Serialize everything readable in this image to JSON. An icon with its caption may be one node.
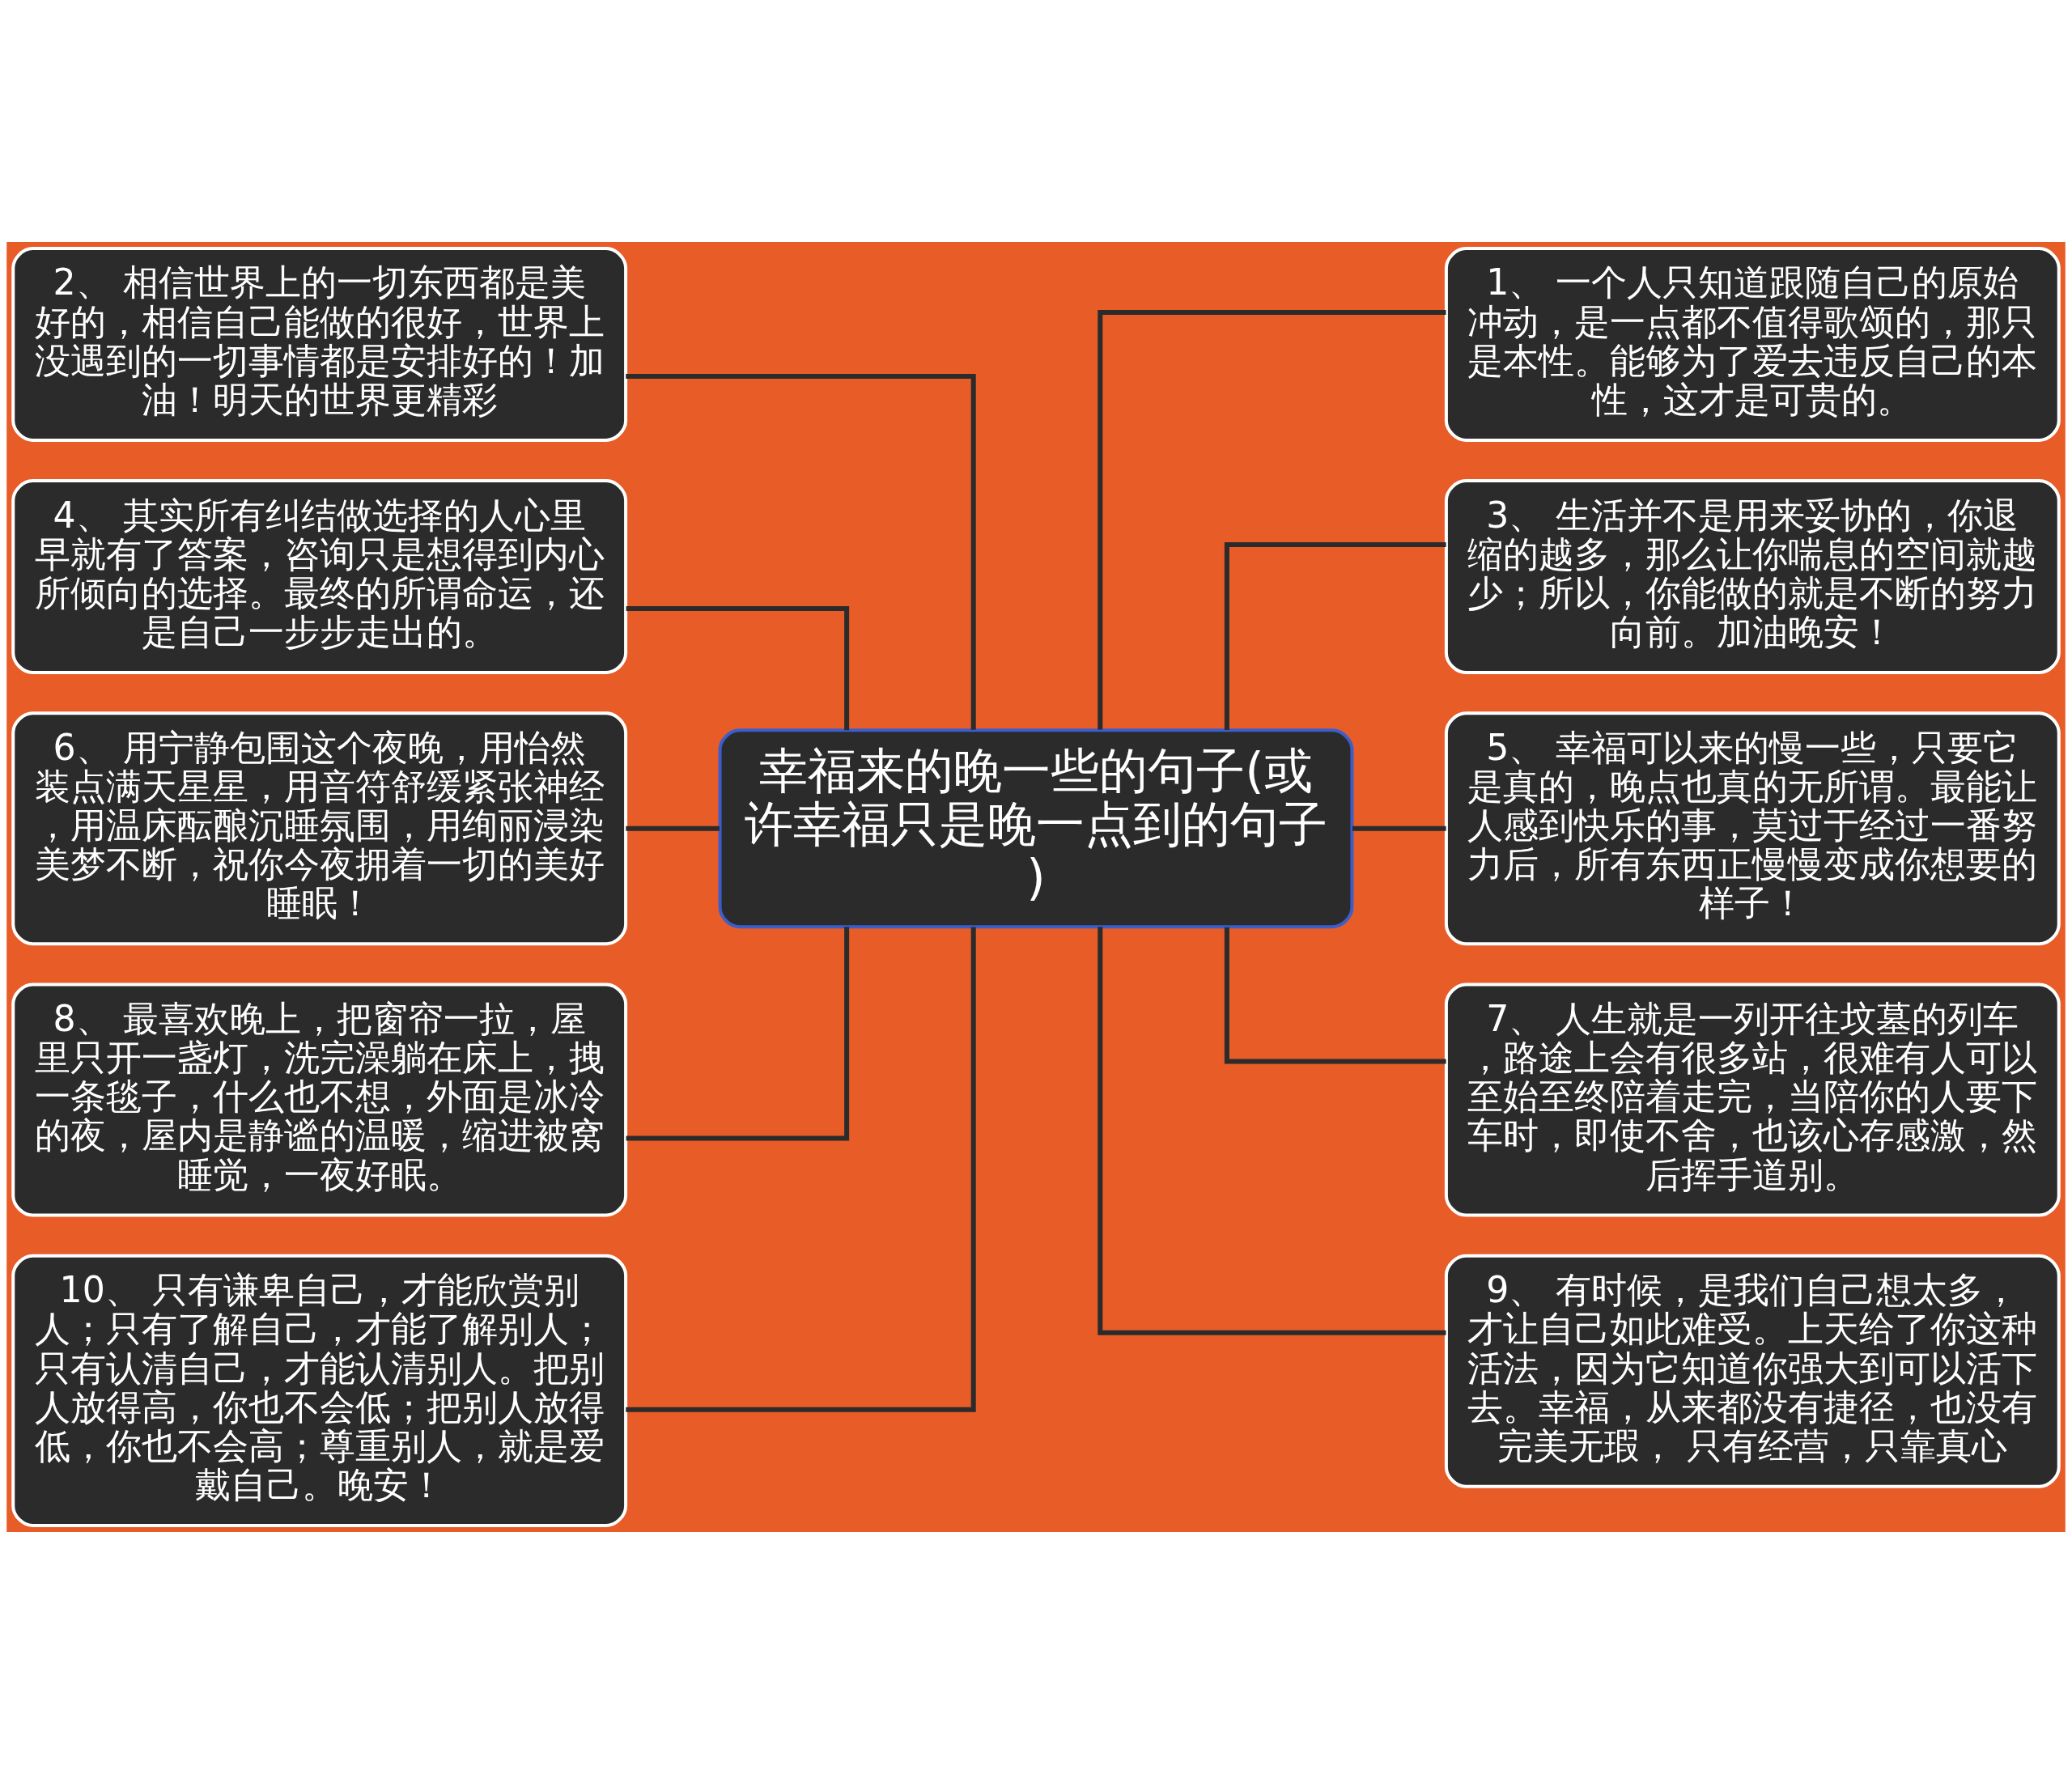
{
  "diagram": {
    "nodes": [
      {
        "text": [
          "幸福来的晚一些的句子(或许幸福只是晚一点到的句子)"
        ]
      },
      {
        "text": [
          "1、 一个人只知道跟随自己的原始冲动，是一点都不值得歌颂的，那只是本性。能够为了爱去违反自己的本性，这才是可贵的。"
        ]
      },
      {
        "text": [
          "2、 相信世界上的一切东西都是美好的，相信自己能做的很好，世界上没遇到的一切事情都是安排好的！加油！明天的世界更精彩"
        ]
      },
      {
        "text": [
          "3、 生活并不是用来妥协的，你退缩的越多，那么让你喘息的空间就越少；所以，你能做的就是不断的努力向前。加油晚安！"
        ]
      },
      {
        "text": [
          "4、 其实所有纠结做选择的人心里早就有了答案，咨询只是想得到内心所倾向的选择。最终的所谓命运，还是自己一步步走出的。"
        ]
      },
      {
        "text": [
          "5、 幸福可以来的慢一些，只要它是真的，晚点也真的无所谓。最能让人感到快乐的事，莫过于经过一番努力后，所有东西正慢慢变成你想要的样子！"
        ]
      },
      {
        "text": [
          "6、 用宁静包围这个夜晚，用怡然装点满天星星，用音符舒缓紧张神经，用温床酝酿沉睡氛围，用绚丽浸染美梦不断，祝你今夜拥着一切的美好睡眠！"
        ]
      },
      {
        "text": [
          "7、 人生就是一列开往坟墓的列车，路途上会有很多站，很难有人可以至始至终陪着走完，当陪你的人要下车时，即使不舍，也该心存感激，然后挥手道别。"
        ]
      },
      {
        "text": [
          "8、 最喜欢晚上，把窗帘一拉，屋里只开一盏灯，洗完澡躺在床上，拽一条毯子，什么也不想，外面是冰冷的夜，屋内是静谧的温暖，缩进被窝睡觉，一夜好眠。"
        ]
      },
      {
        "text": [
          "9、 有时候，是我们自己想太多，才让自己如此难受。上天给了你这种活法，因为它知道你强大到可以活下去。幸福，从来都没有捷径，也没有完美无瑕， 只有经营，只靠真心"
        ]
      },
      {
        "text": [
          "10、 只有谦卑自己，才能欣赏别人；只有了解自己，才能了解别人；只有认清自己，才能认清别人。把别人放得高，你也不会低；把别人放得低，你也不会高；尊重别人，就是爱戴自己。晚安！"
        ]
      }
    ],
    "edges": [
      {
        "from": 0,
        "to": 1,
        "arrow": "none"
      },
      {
        "from": 0,
        "to": 2,
        "arrow": "none"
      },
      {
        "from": 0,
        "to": 3,
        "arrow": "none"
      },
      {
        "from": 0,
        "to": 4,
        "arrow": "none"
      },
      {
        "from": 0,
        "to": 5,
        "arrow": "none"
      },
      {
        "from": 0,
        "to": 6,
        "arrow": "none"
      },
      {
        "from": 0,
        "to": 7,
        "arrow": "none"
      },
      {
        "from": 0,
        "to": 8,
        "arrow": "none"
      },
      {
        "from": 0,
        "to": 9,
        "arrow": "none"
      },
      {
        "from": 0,
        "to": 10,
        "arrow": "none"
      }
    ]
  }
}
